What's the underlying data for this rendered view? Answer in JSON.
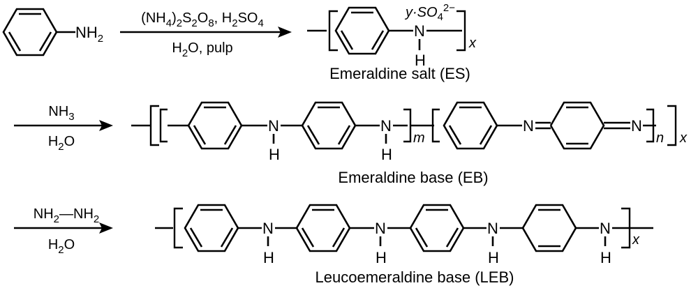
{
  "reactant": {
    "group": "NH",
    "group_sub": "2"
  },
  "step1": {
    "above": [
      {
        "t": "(NH"
      },
      {
        "t": "4",
        "sub": true
      },
      {
        "t": ")"
      },
      {
        "t": "2",
        "sub": true
      },
      {
        "t": "S"
      },
      {
        "t": "2",
        "sub": true
      },
      {
        "t": "O"
      },
      {
        "t": "8",
        "sub": true
      },
      {
        "t": ", H"
      },
      {
        "t": "2",
        "sub": true
      },
      {
        "t": "SO"
      },
      {
        "t": "4",
        "sub": true
      }
    ],
    "below": [
      {
        "t": "H"
      },
      {
        "t": "2",
        "sub": true
      },
      {
        "t": "O, pulp"
      }
    ]
  },
  "es": {
    "counterion": "y·SO",
    "counterion_sub": "4",
    "counterion_sup": "2−",
    "n_atom": "N",
    "h_atom": "H",
    "repeat": "x",
    "caption": "Emeraldine salt (ES)"
  },
  "step2": {
    "above": [
      {
        "t": "NH"
      },
      {
        "t": "3",
        "sub": true
      }
    ],
    "below": [
      {
        "t": "H"
      },
      {
        "t": "2",
        "sub": true
      },
      {
        "t": "O"
      }
    ]
  },
  "eb": {
    "nh_atom": "N",
    "h_atom": "H",
    "imine_atom": "N",
    "repeat_m": "m",
    "repeat_n": "n",
    "repeat_x": "x",
    "caption": "Emeraldine base (EB)"
  },
  "step3": {
    "above": [
      {
        "t": "NH"
      },
      {
        "t": "2",
        "sub": true
      },
      {
        "t": "—"
      },
      {
        "t": "NH"
      },
      {
        "t": "2",
        "sub": true
      }
    ],
    "below": [
      {
        "t": "H"
      },
      {
        "t": "2",
        "sub": true
      },
      {
        "t": "O"
      }
    ]
  },
  "leb": {
    "nh_atom": "N",
    "h_atom": "H",
    "repeat": "x",
    "caption": "Leucoemeraldine base (LEB)"
  }
}
